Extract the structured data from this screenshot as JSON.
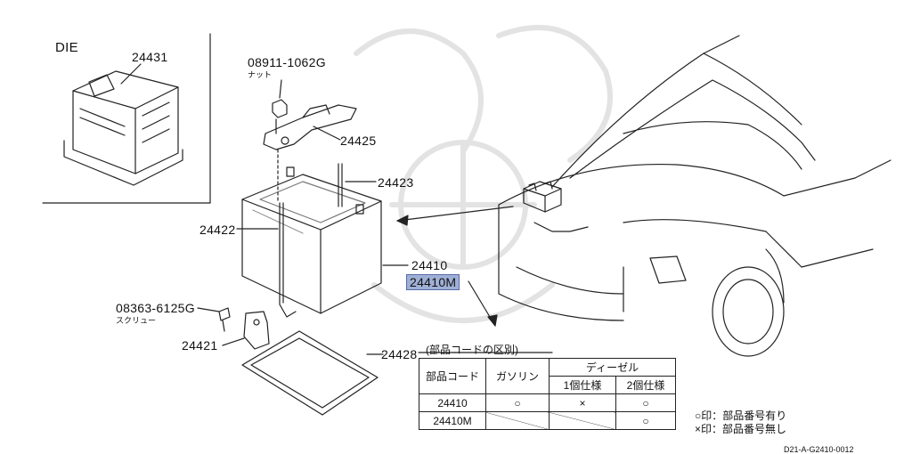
{
  "labels": {
    "die": "DIE",
    "p24431": "24431",
    "p08911": "08911-1062G",
    "nut": "ナット",
    "p24425": "24425",
    "p24423": "24423",
    "p24422": "24422",
    "p24410": "24410",
    "p24410m": "24410M",
    "p08363": "08363-6125G",
    "screw": "スクリュー",
    "p24421": "24421",
    "p24428": "24428"
  },
  "table": {
    "caption": "(部品コードの区別)",
    "header_code": "部品コード",
    "header_gasoline": "ガソリン",
    "header_diesel": "ディーゼル",
    "header_single": "1個仕様",
    "header_double": "2個仕様",
    "rows": [
      {
        "code": "24410",
        "gasoline": "○",
        "single": "×",
        "double": "○"
      },
      {
        "code": "24410M",
        "gasoline": "",
        "single": "",
        "double": "○"
      }
    ]
  },
  "legend": {
    "circle": "○印：部品番号有り",
    "cross": "×印：部品番号無し"
  },
  "footer": "D21-A-G2410-0012"
}
